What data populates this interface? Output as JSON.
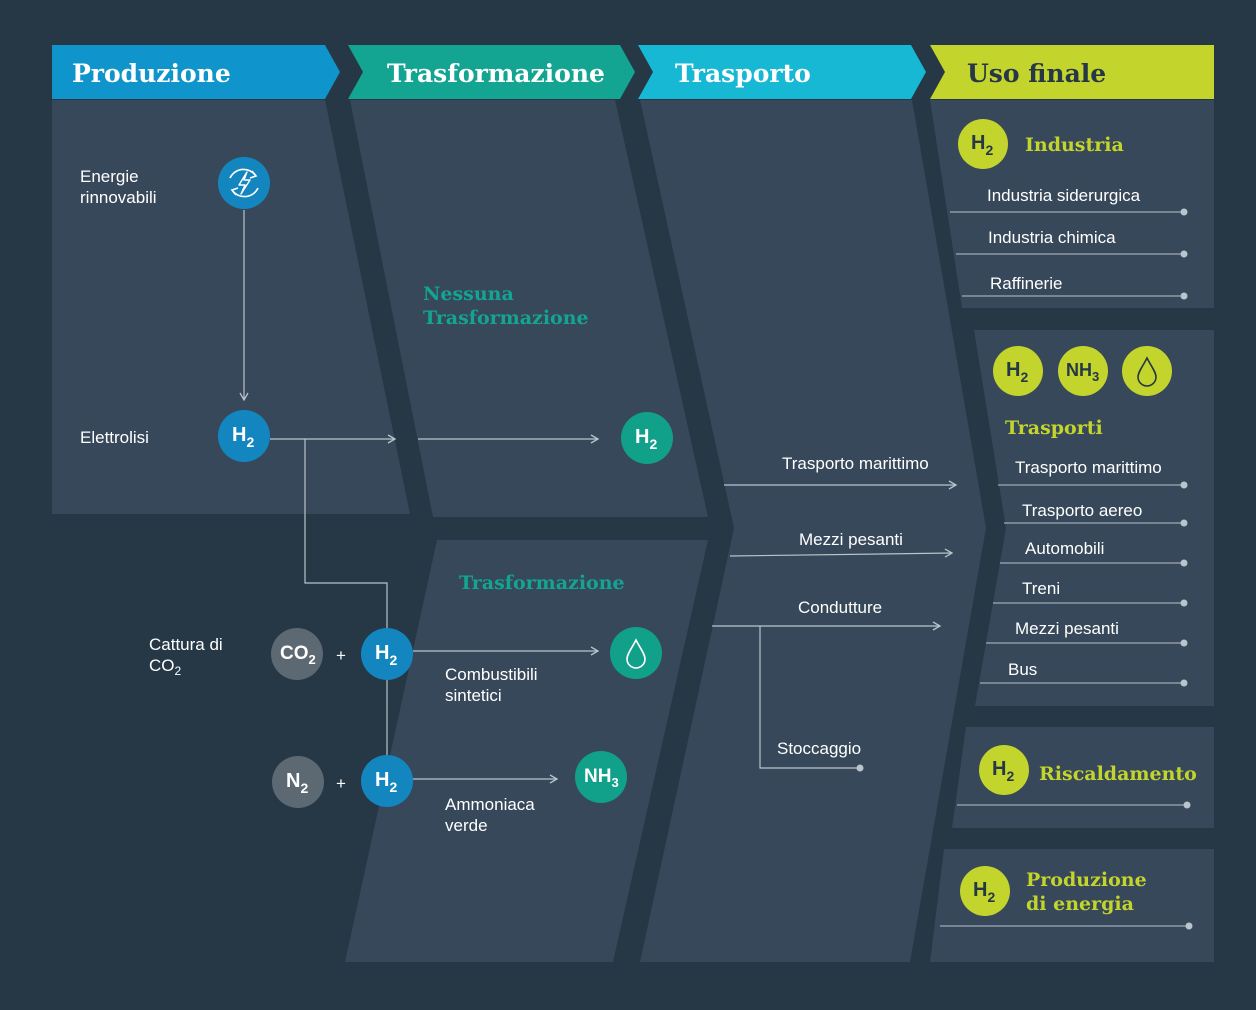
{
  "header": {
    "produzione": "Produzione",
    "trasformazione": "Trasformazione",
    "trasporto": "Trasporto",
    "uso_finale": "Uso finale"
  },
  "produzione": {
    "energie_line1": "Energie",
    "energie_line2": "rinnovabili",
    "elettrolisi": "Elettrolisi",
    "cattura_line1": "Cattura di",
    "cattura_line2": "CO",
    "cattura_sub": "2"
  },
  "trasformazione": {
    "nessuna_line1": "Nessuna",
    "nessuna_line2": "Trasformazione",
    "trasformazione_label": "Trasformazione",
    "combustibili_line1": "Combustibili",
    "combustibili_line2": "sintetici",
    "ammoniaca_line1": "Ammoniaca",
    "ammoniaca_line2": "verde"
  },
  "trasporto": {
    "marittimo": "Trasporto marittimo",
    "mezzi_pesanti": "Mezzi pesanti",
    "condutture": "Condutture",
    "stoccaggio": "Stoccaggio"
  },
  "molecules": {
    "h": "H",
    "h_sub": "2",
    "co": "CO",
    "co_sub": "2",
    "n": "N",
    "n_sub": "2",
    "nh": "NH",
    "nh_sub": "3",
    "plus": "+"
  },
  "uso_finale": {
    "industria": {
      "title": "Industria",
      "items": [
        "Industria siderurgica",
        "Industria chimica",
        "Raffinerie"
      ]
    },
    "trasporti": {
      "title": "Trasporti",
      "items": [
        "Trasporto marittimo",
        "Trasporto aereo",
        "Automobili",
        "Treni",
        "Mezzi pesanti",
        "Bus"
      ]
    },
    "riscaldamento": {
      "title": "Riscaldamento"
    },
    "produzione_energia": {
      "line1": "Produzione",
      "line2": "di energia"
    }
  },
  "colors": {
    "background": "#263746",
    "panel": "#37485a",
    "produzione_header": "#0f95cb",
    "trasformazione_header": "#13a591",
    "trasporto_header": "#16b8d4",
    "uso_finale_header": "#c3d52c",
    "h2_blue": "#1386bf",
    "teal": "#11a08a",
    "grey": "#5c6872",
    "lime": "#c3d52c",
    "line": "#b9c4cc"
  }
}
